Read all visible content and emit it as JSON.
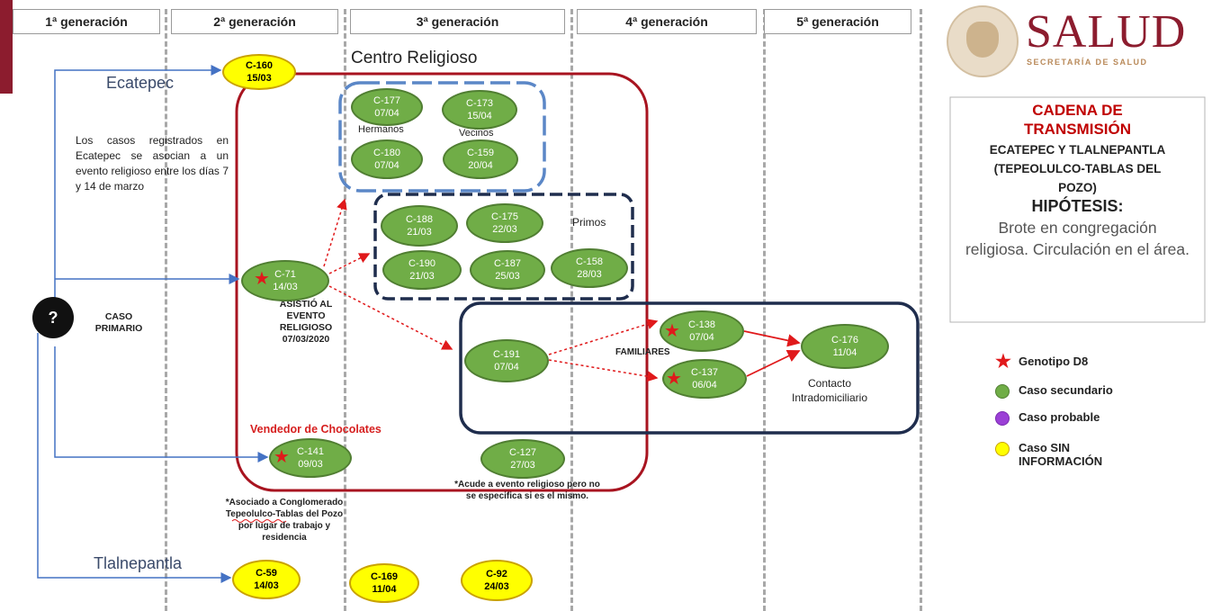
{
  "generations": [
    "1ª generación",
    "2ª generación",
    "3ª generación",
    "4ª generación",
    "5ª generación"
  ],
  "logo": {
    "word": "SALUD",
    "subtitle": "SECRETARÍA DE SALUD"
  },
  "info_box": {
    "heading": "CADENA DE TRANSMISIÓN",
    "region": "ECATEPEC Y TLALNEPANTLA (TEPEOLULCO-TABLAS DEL POZO)",
    "hypothesis_label": "HIPÓTESIS:",
    "hypothesis_text": "Brote en congregación religiosa. Circulación en el área."
  },
  "legend": [
    {
      "label": "Genotipo D8",
      "icon": "star-icon",
      "color": "#e0191b"
    },
    {
      "label": "Caso secundario",
      "icon": "circle-icon",
      "color": "#70ad47"
    },
    {
      "label": "Caso probable",
      "icon": "circle-icon",
      "color": "#9b40d6"
    },
    {
      "label": "Caso SIN INFORMACIÓN",
      "icon": "circle-icon",
      "color": "#ffff00"
    }
  ],
  "places": {
    "ecatepec": "Ecatepec",
    "tlalnepantla": "Tlalnepantla"
  },
  "primary": {
    "symbol": "?",
    "label": "CASO PRIMARIO"
  },
  "notes": {
    "ecatepec": "Los casos registrados en Ecatepec se asocian a un evento religioso entre los días 7 y 14 de marzo",
    "c71": "ASISTIÓ AL EVENTO RELIGIOSO 07/03/2020",
    "c141": "*Asociado a Conglomerado Tepeolulco-Tablas del Pozo por lugar de trabajo y residencia",
    "c127": "*Acude a evento religioso pero no se especifica si es el mismo."
  },
  "group_labels": {
    "centro": "Centro Religioso",
    "hermanos": "Hermanos",
    "vecinos": "Vecinos",
    "primos": "Primos",
    "familiares": "FAMILIARES",
    "contacto": "Contacto Intradomiciliario",
    "vendedor": "Vendedor de Chocolates"
  },
  "cases": {
    "c160": {
      "id": "C-160",
      "date": "15/03"
    },
    "c177": {
      "id": "C-177",
      "date": "07/04"
    },
    "c173": {
      "id": "C-173",
      "date": "15/04"
    },
    "c180": {
      "id": "C-180",
      "date": "07/04"
    },
    "c159": {
      "id": "C-159",
      "date": "20/04"
    },
    "c188": {
      "id": "C-188",
      "date": "21/03"
    },
    "c175": {
      "id": "C-175",
      "date": "22/03"
    },
    "c190": {
      "id": "C-190",
      "date": "21/03"
    },
    "c187": {
      "id": "C-187",
      "date": "25/03"
    },
    "c158": {
      "id": "C-158",
      "date": "28/03"
    },
    "c71": {
      "id": "C-71",
      "date": "14/03"
    },
    "c191": {
      "id": "C-191",
      "date": "07/04"
    },
    "c138": {
      "id": "C-138",
      "date": "07/04"
    },
    "c137": {
      "id": "C-137",
      "date": "06/04"
    },
    "c176": {
      "id": "C-176",
      "date": "11/04"
    },
    "c141": {
      "id": "C-141",
      "date": "09/03"
    },
    "c127": {
      "id": "C-127",
      "date": "27/03"
    },
    "c59": {
      "id": "C-59",
      "date": "14/03"
    },
    "c169": {
      "id": "C-169",
      "date": "11/04"
    },
    "c92": {
      "id": "C-92",
      "date": "24/03"
    }
  }
}
